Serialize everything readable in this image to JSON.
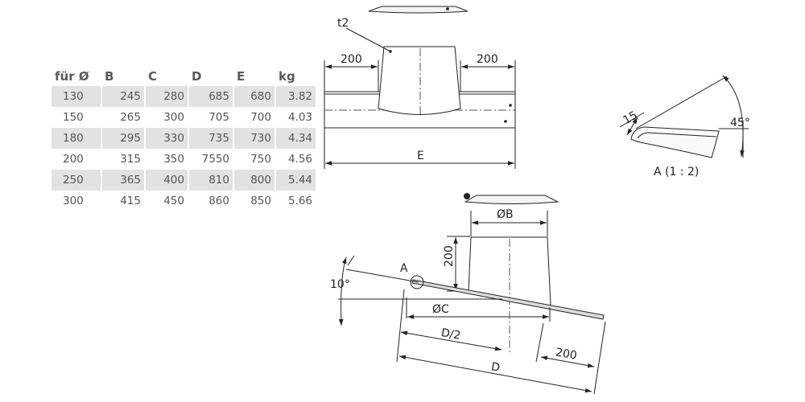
{
  "table": {
    "headers": [
      "für Ø",
      "B",
      "C",
      "D",
      "E",
      "kg"
    ],
    "rows": [
      [
        "130",
        "245",
        "280",
        "685",
        "680",
        "3.82"
      ],
      [
        "150",
        "265",
        "300",
        "705",
        "700",
        "4.03"
      ],
      [
        "180",
        "295",
        "330",
        "735",
        "730",
        "4.34"
      ],
      [
        "200",
        "315",
        "350",
        "7550",
        "750",
        "4.56"
      ],
      [
        "250",
        "365",
        "400",
        "810",
        "800",
        "5.44"
      ],
      [
        "300",
        "415",
        "450",
        "860",
        "850",
        "5.66"
      ]
    ]
  },
  "top_view": {
    "label_t2": "t2",
    "dim_left": "200",
    "dim_right": "200",
    "dim_E": "E"
  },
  "detail": {
    "dim_15": "15",
    "angle": "45°",
    "caption": "A (1 : 2)"
  },
  "side_view": {
    "dim_B": "ØB",
    "dim_200_height": "200",
    "angle": "10°",
    "label_A": "A",
    "dim_C": "ØC",
    "dim_D2": "D/2",
    "dim_200_bottom": "200",
    "dim_D": "D"
  }
}
